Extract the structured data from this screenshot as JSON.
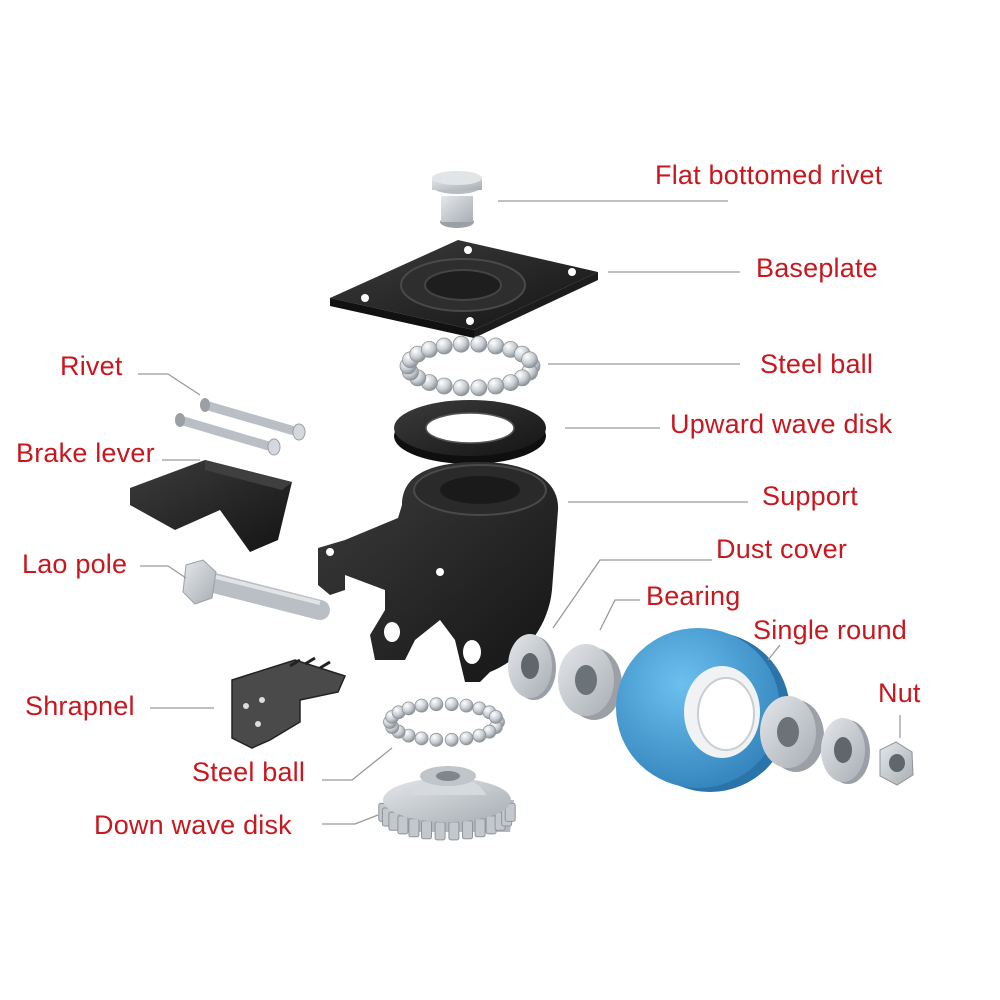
{
  "colors": {
    "label": "#c8171e",
    "leader": "#9a9a9a",
    "black_part": "#262626",
    "metal_part": "#c8ccd0",
    "wheel": "#4a9fd6"
  },
  "labels": {
    "flat_bottomed_rivet": "Flat bottomed rivet",
    "baseplate": "Baseplate",
    "steel_ball_top": "Steel ball",
    "upward_wave_disk": "Upward wave disk",
    "support": "Support",
    "dust_cover": "Dust cover",
    "bearing": "Bearing",
    "single_round": "Single round",
    "nut": "Nut",
    "rivet": "Rivet",
    "brake_lever": "Brake lever",
    "lao_pole": "Lao pole",
    "shrapnel": "Shrapnel",
    "steel_ball_bottom": "Steel ball",
    "down_wave_disk": "Down wave disk"
  }
}
